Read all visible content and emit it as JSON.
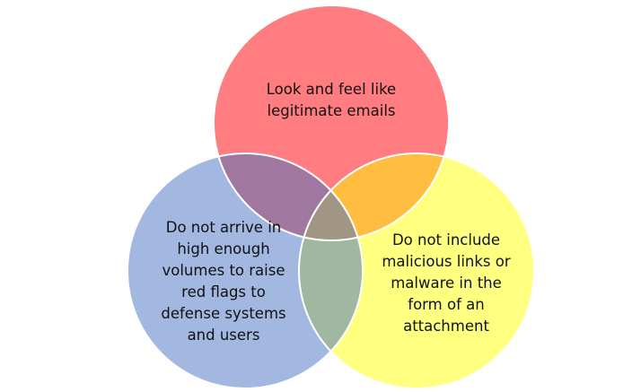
{
  "diagram": {
    "type": "venn",
    "sets": [
      {
        "id": "top",
        "label": "Look and feel  like legitimate emails",
        "lines": [
          "Look and feel  like",
          "legitimate emails"
        ],
        "color": "#ff7c80"
      },
      {
        "id": "left",
        "label": "Do not arrive in high enough volumes to raise red flags to defense systems and users",
        "lines": [
          "Do not arrive in",
          "high enough",
          "volumes to raise",
          "red flags to",
          "defense systems",
          "and users"
        ],
        "color": "#a2b8e0"
      },
      {
        "id": "right",
        "label": "Do not include malicious links or malware in the form of an attachment",
        "lines": [
          "Do not include",
          "malicious links or",
          "malware in the",
          "form of an",
          "attachment"
        ],
        "color": "#ffff80"
      }
    ],
    "overlap_colors": {
      "top_left": "#a0789f",
      "top_right": "#ffbd40",
      "left_right": "#a0b8a0",
      "all": "#a09683"
    }
  }
}
